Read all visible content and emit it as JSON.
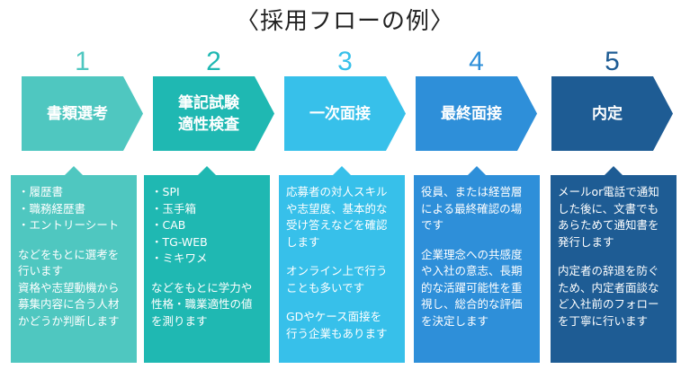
{
  "title": "〈採用フローの例〉",
  "steps": [
    {
      "number": "1",
      "label": "書類選考",
      "color": "#4fc7c0",
      "number_color": "#4fc7c0",
      "bullets": [
        "履歴書",
        "職務経歴書",
        "エントリーシート"
      ],
      "paragraphs": [
        "などをもとに選考を\n行います\n資格や志望動機から\n募集内容に合う人材\nかどうか判断します"
      ]
    },
    {
      "number": "2",
      "label": "筆記試験\n適性検査",
      "color": "#1fb8b2",
      "number_color": "#1fb8b2",
      "bullets": [
        "SPI",
        "玉手箱",
        "CAB",
        "TG-WEB",
        "ミキワメ"
      ],
      "paragraphs": [
        "などをもとに学力や\n性格・職業適性の値\nを測ります"
      ]
    },
    {
      "number": "3",
      "label": "一次面接",
      "color": "#37c0ea",
      "number_color": "#37c0ea",
      "bullets": [],
      "paragraphs": [
        "応募者の対人スキル\nや志望度、基本的な\n受け答えなどを確認\nします",
        "オンライン上で行う\nことも多いです",
        "GDやケース面接を\n行う企業もあります"
      ]
    },
    {
      "number": "4",
      "label": "最終面接",
      "color": "#2e8fd9",
      "number_color": "#2e8fd9",
      "bullets": [],
      "paragraphs": [
        "役員、または経営層\nによる最終確認の場\nです",
        "企業理念への共感度\nや入社の意志、長期\n的な活躍可能性を重\n視し、総合的な評価\nを決定します"
      ]
    },
    {
      "number": "5",
      "label": "内定",
      "color": "#1e5c94",
      "number_color": "#1e5c94",
      "bullets": [],
      "paragraphs": [
        "メールor電話で通知\nした後に、文書でも\nあらためて通知書を\n発行します",
        "内定者の辞退を防ぐ\nため、内定者面談な\nど入社前のフォロー\nを丁寧に行います"
      ]
    }
  ]
}
